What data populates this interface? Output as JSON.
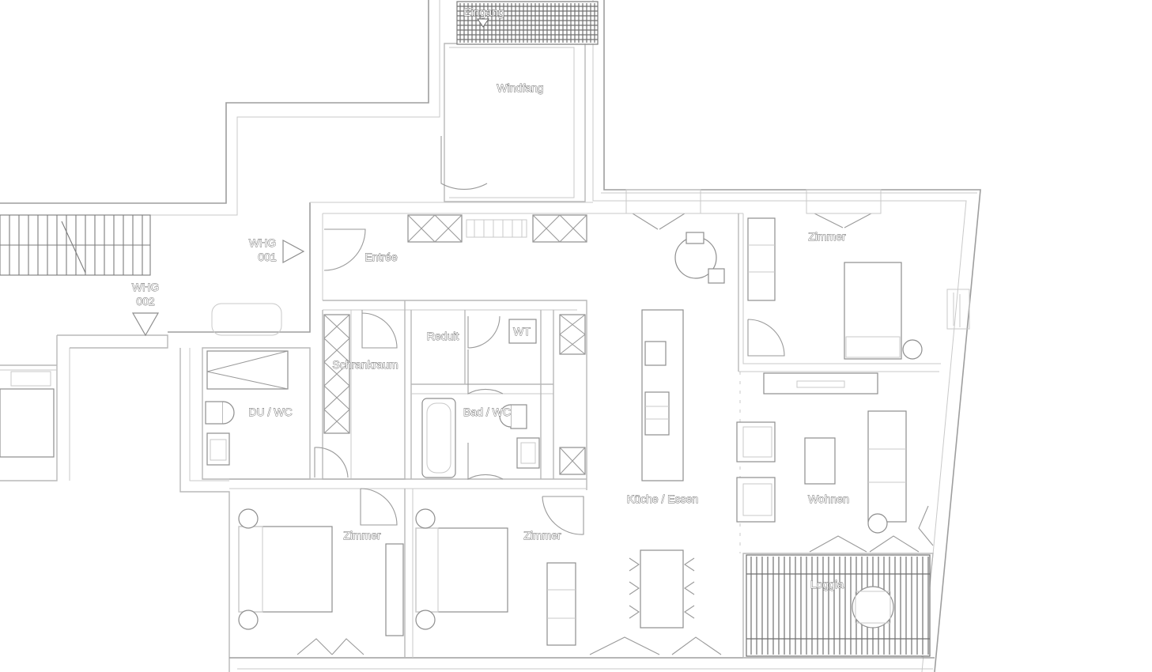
{
  "plan": {
    "rooms": {
      "entrance": "Eingang",
      "windfang": "Windfang",
      "entree": "Entrée",
      "apartment_001_line1": "WHG",
      "apartment_001_line2": "001",
      "apartment_002_line1": "WHG",
      "apartment_002_line2": "002",
      "reduit": "Reduit",
      "wt": "WT",
      "schrankraum": "Schrankraum",
      "du_wc": "DU / WC",
      "bad_wc": "Bad / WC",
      "zimmer_ne": "Zimmer",
      "kueche_essen": "Küche / Essen",
      "wohnen": "Wohnen",
      "zimmer_sw": "Zimmer",
      "zimmer_s": "Zimmer",
      "loggia": "Loggia"
    }
  }
}
